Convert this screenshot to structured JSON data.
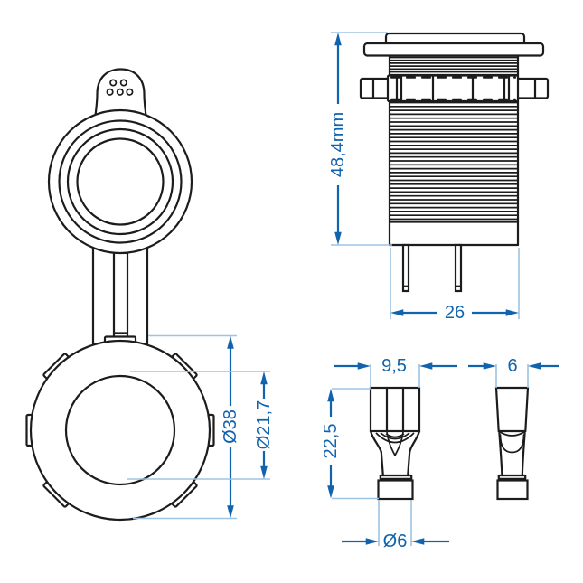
{
  "colors": {
    "outline": "#1c1c1c",
    "dimension_blue": "#1263ad",
    "extension_blue": "#9fc3e3",
    "background": "#ffffff"
  },
  "front_view": {
    "dim_outer_diameter": "Ø38",
    "dim_inner_diameter": "Ø21,7"
  },
  "side_view": {
    "dim_height": "48,4mm",
    "dim_width": "26"
  },
  "terminal_front": {
    "dim_width": "9,5",
    "dim_height": "22,5",
    "dim_diameter": "Ø6"
  },
  "terminal_side": {
    "dim_width": "6"
  }
}
